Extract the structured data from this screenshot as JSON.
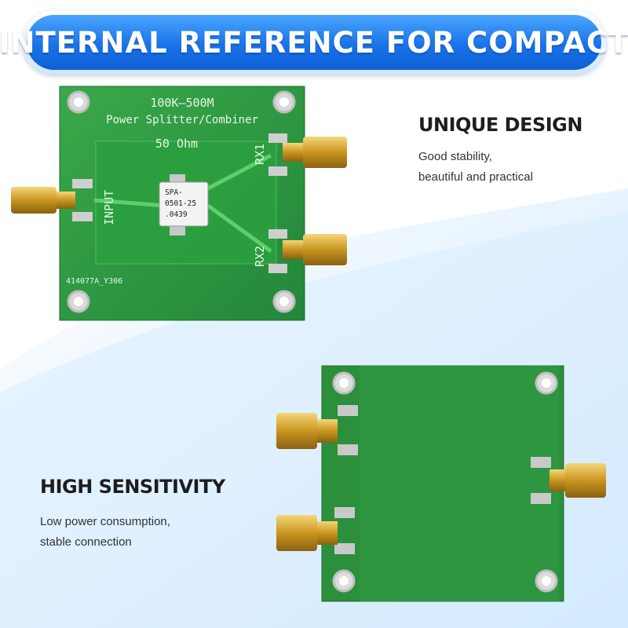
{
  "banner": {
    "title": "INTERNAL REFERENCE FOR COMPACT"
  },
  "feature_1": {
    "title": "UNIQUE DESIGN",
    "line_1": "Good stability,",
    "line_2": "beautiful and practical"
  },
  "feature_2": {
    "title": "HIGH SENSITIVITY",
    "line_1": "Low power consumption,",
    "line_2": "stable connection"
  },
  "board_front": {
    "frequency": "100K—500M",
    "name": "Power Splitter/Combiner",
    "impedance": "50 Ohm",
    "port_input": "INPUT",
    "port_rx1": "RX1",
    "port_rx2": "RX2",
    "part_number": "414077A_Y306",
    "chip_line_1": "SPA-",
    "chip_line_2": "0501-25",
    "chip_line_3": ".0439"
  },
  "colors": {
    "banner_blue": "#1a73e8",
    "pcb_green": "#2e9b3c",
    "gold": "#d4a72c"
  }
}
